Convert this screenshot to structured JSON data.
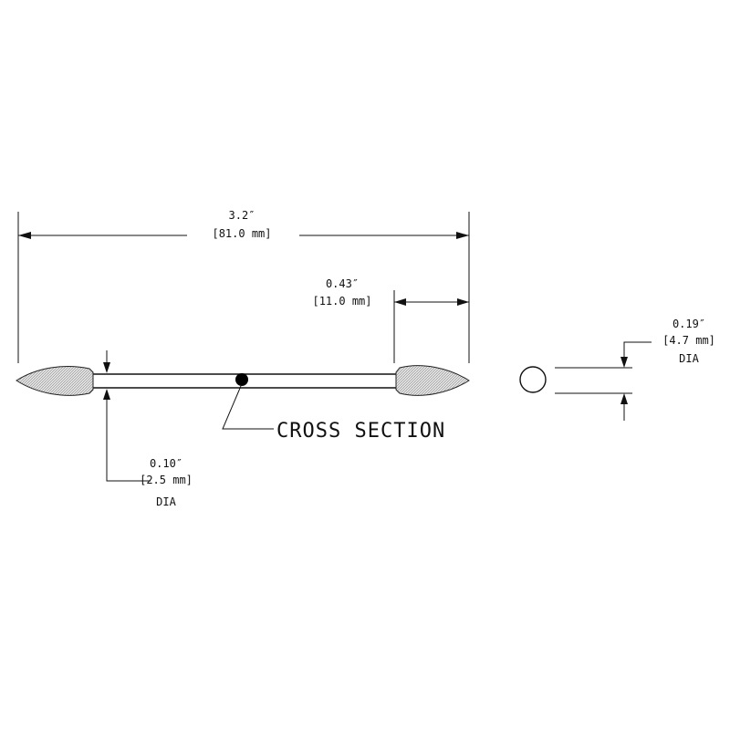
{
  "drawing": {
    "overall_length": {
      "inches": "3.2″",
      "mm": "[81.0 mm]"
    },
    "tip_length": {
      "inches": "0.43″",
      "mm": "[11.0 mm]"
    },
    "shaft_diameter": {
      "inches": "0.10″",
      "mm": "[2.5 mm]",
      "note": "DIA"
    },
    "tip_diameter": {
      "inches": "0.19″",
      "mm": "[4.7 mm]",
      "note": "DIA"
    },
    "cross_section_label": "CROSS SECTION"
  },
  "colors": {
    "line": "#111111",
    "background": "#ffffff",
    "tip_fill": "#d9d9d9"
  }
}
